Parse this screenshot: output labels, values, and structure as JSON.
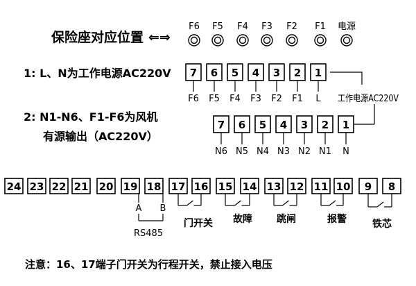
{
  "socket_title": "保险座对应位置",
  "arrow_symbol": "⇐⇒",
  "socket_labels": [
    "F6",
    "F5",
    "F4",
    "F3",
    "F2",
    "F1",
    "电源"
  ],
  "desc_line1": "1: L、N为工作电源AC220V",
  "desc_line2a": "2: N1-N6、F1-F6为风机",
  "desc_line2b": "有源输出（AC220V）",
  "row1_terminals": [
    "7",
    "6",
    "5",
    "4",
    "3",
    "2",
    "1"
  ],
  "row1_labels": [
    "F6",
    "F5",
    "F4",
    "F3",
    "F2",
    "F1",
    "L"
  ],
  "row1_side_label": "工作电源AC220V",
  "row2_terminals": [
    "7",
    "6",
    "5",
    "4",
    "3",
    "2",
    "1"
  ],
  "row2_labels": [
    "N6",
    "N5",
    "N4",
    "N3",
    "N2",
    "N1",
    "N"
  ],
  "bottom_terminals": [
    "24",
    "23",
    "22",
    "21",
    "20",
    "19",
    "18",
    "17",
    "16",
    "15",
    "14",
    "13",
    "12",
    "11",
    "10",
    "9",
    "8"
  ],
  "rs485": {
    "a": "A",
    "b": "B",
    "label": "RS485"
  },
  "groups": [
    "门开关",
    "故障",
    "跳闸",
    "报警",
    "铁芯"
  ],
  "footnote": "注意：16、17端子门开关为行程开关，禁止接入电压"
}
